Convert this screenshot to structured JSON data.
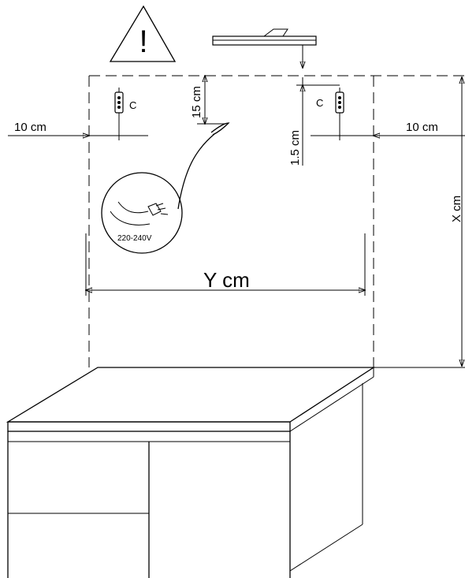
{
  "dimensions": {
    "left_margin": "10 cm",
    "right_margin": "10 cm",
    "top_offset": "15 cm",
    "lamp_gap": "1.5 cm",
    "width": "Y cm",
    "height": "X cm"
  },
  "markers": {
    "left_box": "C",
    "right_box": "C"
  },
  "power": {
    "voltage": "220-240V"
  },
  "icons": {
    "warning": "warning-triangle-icon",
    "lamp": "mirror-lamp-icon",
    "cable": "power-cable-icon",
    "junction_box": "junction-box-icon"
  },
  "colors": {
    "line": "#000000",
    "background": "#ffffff"
  }
}
